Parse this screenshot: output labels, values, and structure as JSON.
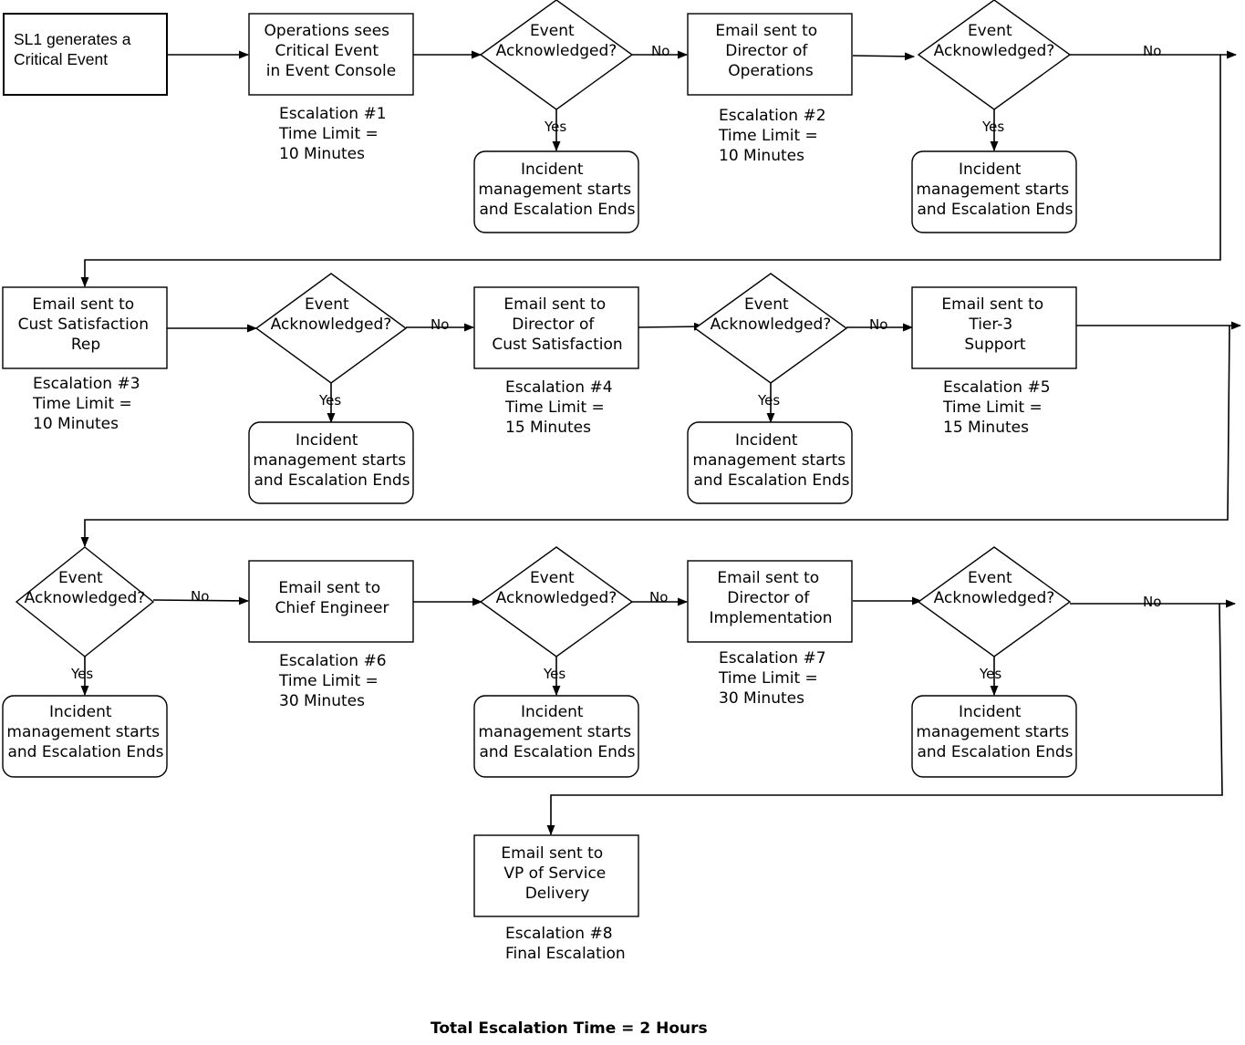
{
  "start": {
    "lines": [
      "SL1 generates a",
      "Critical Event"
    ]
  },
  "step1": {
    "box": [
      "Operations sees",
      "Critical Event",
      "in Event Console"
    ],
    "note": [
      "Escalation #1",
      "Time Limit =",
      "10 Minutes"
    ]
  },
  "steps": [
    {
      "box": [
        "Email sent to",
        "Director of",
        "Operations"
      ],
      "note": [
        "Escalation #2",
        "Time Limit =",
        "10 Minutes"
      ]
    },
    {
      "box": [
        "Email sent to",
        "Cust Satisfaction",
        "Rep"
      ],
      "note": [
        "Escalation #3",
        "Time Limit =",
        "10 Minutes"
      ]
    },
    {
      "box": [
        "Email sent to",
        "Director of",
        "Cust Satisfaction"
      ],
      "note": [
        "Escalation #4",
        "Time Limit =",
        "15 Minutes"
      ]
    },
    {
      "box": [
        "Email sent to",
        "Tier-3",
        "Support"
      ],
      "note": [
        "Escalation #5",
        "Time Limit =",
        "15 Minutes"
      ]
    },
    {
      "box": [
        "Email sent to",
        "Chief Engineer"
      ],
      "note": [
        "Escalation #6",
        "Time Limit =",
        "30 Minutes"
      ]
    },
    {
      "box": [
        "Email sent to",
        "Director of",
        "Implementation"
      ],
      "note": [
        "Escalation #7",
        "Time Limit =",
        "30 Minutes"
      ]
    },
    {
      "box": [
        "Email sent to",
        "VP of Service",
        "Delivery"
      ],
      "note": [
        "Escalation #8",
        "Final Escalation"
      ]
    }
  ],
  "decision": {
    "lines": [
      "Event",
      "Acknowledged?"
    ]
  },
  "outcome": {
    "lines": [
      "Incident",
      "management starts",
      "and Escalation Ends"
    ]
  },
  "labels": {
    "yes": "Yes",
    "no": "No"
  },
  "footer": {
    "total": "Total Escalation Time = 2 Hours"
  }
}
